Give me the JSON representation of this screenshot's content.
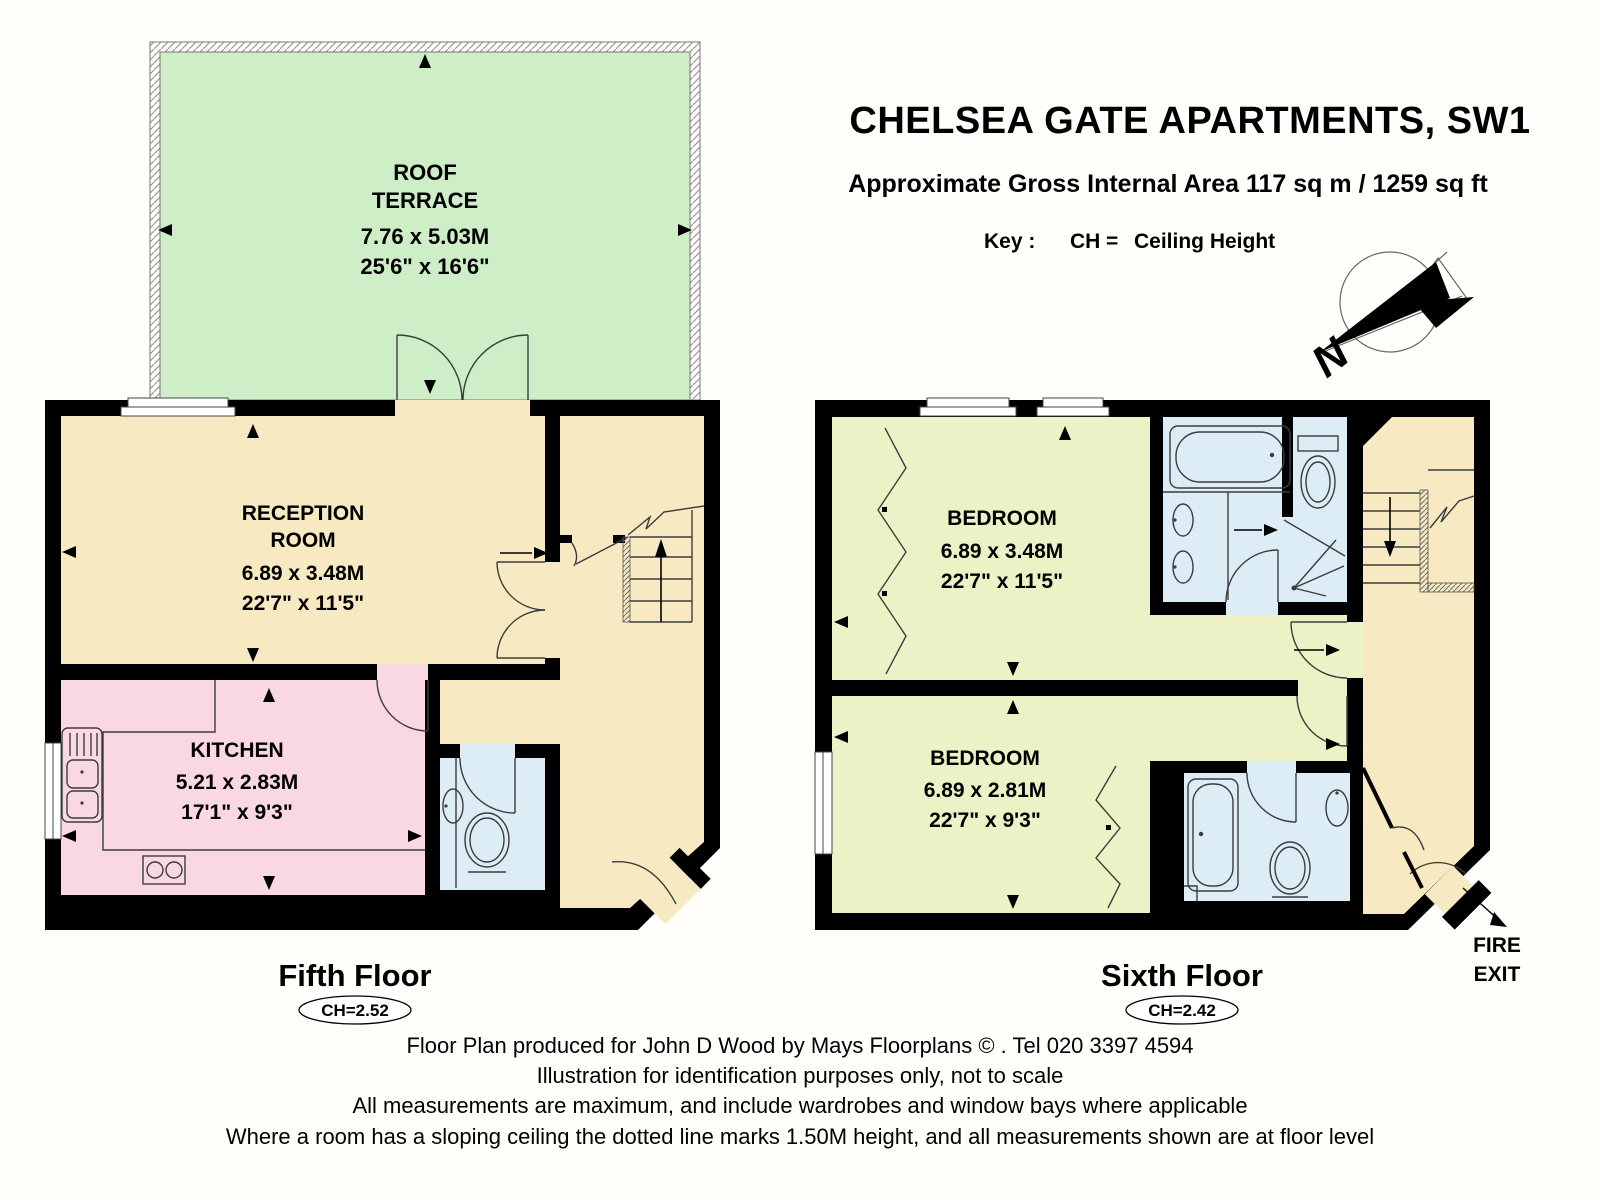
{
  "header": {
    "title": "CHELSEA GATE APARTMENTS,  SW1",
    "subtitle": "Approximate Gross Internal Area 117 sq m  /  1259 sq ft",
    "key_label": "Key :",
    "key_abbr": "CH",
    "key_eq": "=",
    "key_desc": "Ceiling Height"
  },
  "compass": {
    "north_label": "N"
  },
  "fifth_floor": {
    "label": "Fifth Floor",
    "ceiling_height": "CH=2.52",
    "roof_terrace": {
      "line1": "ROOF",
      "line2": "TERRACE",
      "dim_m": "7.76 x 5.03M",
      "dim_ft": "25'6\" x 16'6\""
    },
    "reception": {
      "line1": "RECEPTION",
      "line2": "ROOM",
      "dim_m": "6.89 x 3.48M",
      "dim_ft": "22'7\" x 11'5\""
    },
    "kitchen": {
      "line1": "KITCHEN",
      "dim_m": "5.21 x 2.83M",
      "dim_ft": "17'1\" x 9'3\""
    }
  },
  "sixth_floor": {
    "label": "Sixth Floor",
    "ceiling_height": "CH=2.42",
    "bedroom1": {
      "line1": "BEDROOM",
      "dim_m": "6.89 x 3.48M",
      "dim_ft": "22'7\" x 11'5\""
    },
    "bedroom2": {
      "line1": "BEDROOM",
      "dim_m": "6.89 x 2.81M",
      "dim_ft": "22'7\" x 9'3\""
    },
    "fire_exit": {
      "line1": "FIRE",
      "line2": "EXIT"
    }
  },
  "footer": {
    "line1": "Floor Plan produced for John D Wood by Mays Floorplans  © . Tel 020 3397 4594",
    "line2": "Illustration for identification purposes only, not to scale",
    "line3": "All measurements are maximum, and include wardrobes and window bays where applicable",
    "line4": "Where a room has a sloping ceiling the dotted line marks 1.50M height, and all measurements shown are at floor level"
  },
  "colors": {
    "wall": "#000000",
    "terrace_green": "#cdeec6",
    "cream": "#f7eac3",
    "kitchen_pink": "#fad8e2",
    "bathroom_blue": "#dcedf6",
    "bedroom_green": "#edf2c6"
  }
}
